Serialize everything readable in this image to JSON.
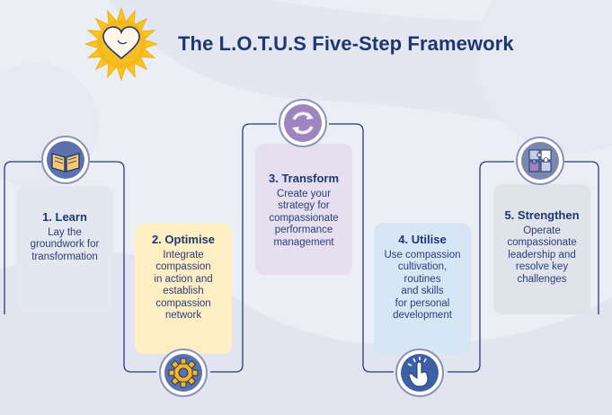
{
  "title": "The L.O.T.U.S Five-Step Framework",
  "colors": {
    "navy": "#1e3672",
    "connector": "#2a3a72",
    "card_learn": "#e3e7f0",
    "card_optimise": "#fdeec4",
    "card_transform": "#e6dfef",
    "card_utilise": "#d7e6f5",
    "card_strengthen": "#dfe3ea",
    "sun": "#f4b81c"
  },
  "steps": [
    {
      "heading": "1. Learn",
      "body": "Lay the\ngroundwork for\ntransformation",
      "icon": "open-book-icon"
    },
    {
      "heading": "2. Optimise",
      "body": "Integrate\ncompassion\nin action and\nestablish\ncompassion\nnetwork",
      "icon": "gear-icon"
    },
    {
      "heading": "3. Transform",
      "body": "Create your\nstrategy for\ncompassionate\nperformance\nmanagement",
      "icon": "circular-arrows-icon"
    },
    {
      "heading": "4. Utilise",
      "body": "Use compassion\ncultivation,\nroutines\nand skills\nfor personal\ndevelopment",
      "icon": "tap-hand-icon"
    },
    {
      "heading": "5. Strengthen",
      "body": "Operate\ncompassionate\nleadership and\nresolve key\nchallenges",
      "icon": "puzzle-icon"
    }
  ],
  "logo": "sunflower-heart-logo"
}
